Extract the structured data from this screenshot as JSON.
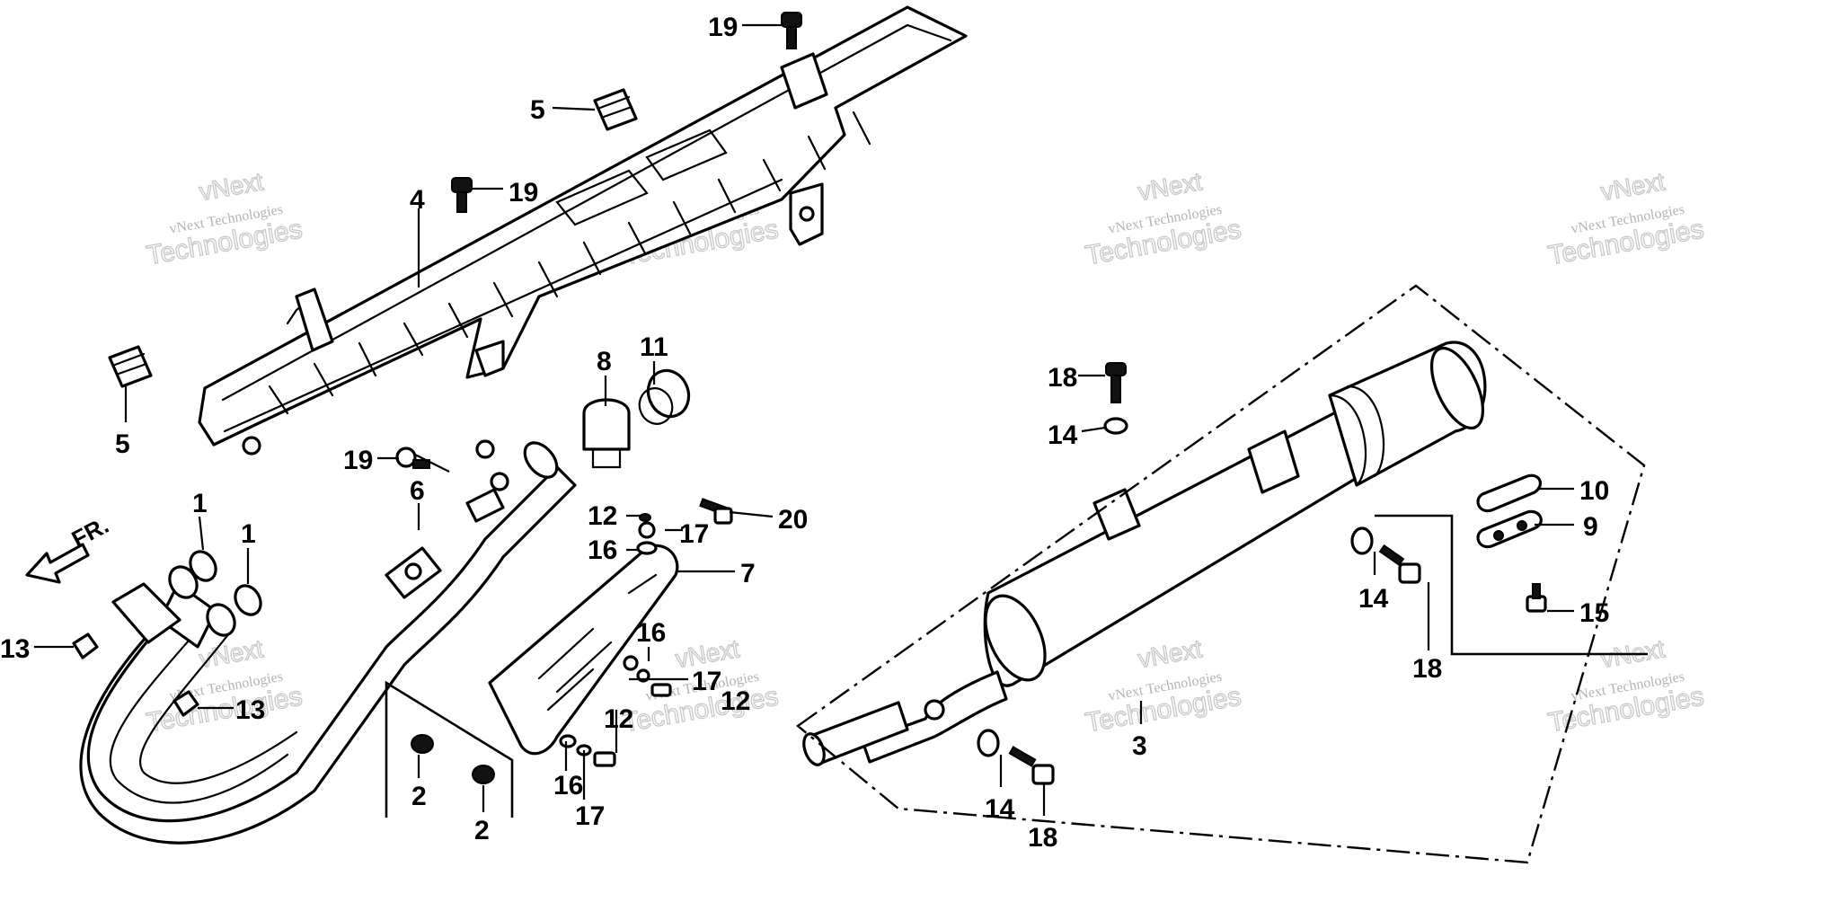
{
  "direction_label": "FR.",
  "callouts": [
    {
      "id": "c-19a",
      "text": "19"
    },
    {
      "id": "c-5a",
      "text": "5"
    },
    {
      "id": "c-19b",
      "text": "19"
    },
    {
      "id": "c-4",
      "text": "4"
    },
    {
      "id": "c-5b",
      "text": "5"
    },
    {
      "id": "c-8",
      "text": "8"
    },
    {
      "id": "c-11",
      "text": "11"
    },
    {
      "id": "c-19c",
      "text": "19"
    },
    {
      "id": "c-6",
      "text": "6"
    },
    {
      "id": "c-1a",
      "text": "1"
    },
    {
      "id": "c-1b",
      "text": "1"
    },
    {
      "id": "c-13a",
      "text": "13"
    },
    {
      "id": "c-13b",
      "text": "13"
    },
    {
      "id": "c-12a",
      "text": "12"
    },
    {
      "id": "c-17a",
      "text": "17"
    },
    {
      "id": "c-16a",
      "text": "16"
    },
    {
      "id": "c-20",
      "text": "20"
    },
    {
      "id": "c-7",
      "text": "7"
    },
    {
      "id": "c-16b",
      "text": "16"
    },
    {
      "id": "c-17b",
      "text": "17"
    },
    {
      "id": "c-12b",
      "text": "12"
    },
    {
      "id": "c-12c",
      "text": "12"
    },
    {
      "id": "c-16c",
      "text": "16"
    },
    {
      "id": "c-17c",
      "text": "17"
    },
    {
      "id": "c-2a",
      "text": "2"
    },
    {
      "id": "c-2b",
      "text": "2"
    },
    {
      "id": "c-18a",
      "text": "18"
    },
    {
      "id": "c-14a",
      "text": "14"
    },
    {
      "id": "c-10",
      "text": "10"
    },
    {
      "id": "c-9",
      "text": "9"
    },
    {
      "id": "c-14b",
      "text": "14"
    },
    {
      "id": "c-15",
      "text": "15"
    },
    {
      "id": "c-18b",
      "text": "18"
    },
    {
      "id": "c-3",
      "text": "3"
    },
    {
      "id": "c-14c",
      "text": "14"
    },
    {
      "id": "c-18c",
      "text": "18"
    }
  ],
  "watermark": {
    "line_1": "vNext",
    "line_2": "vNext Technologies",
    "line_3": "Technologies"
  }
}
